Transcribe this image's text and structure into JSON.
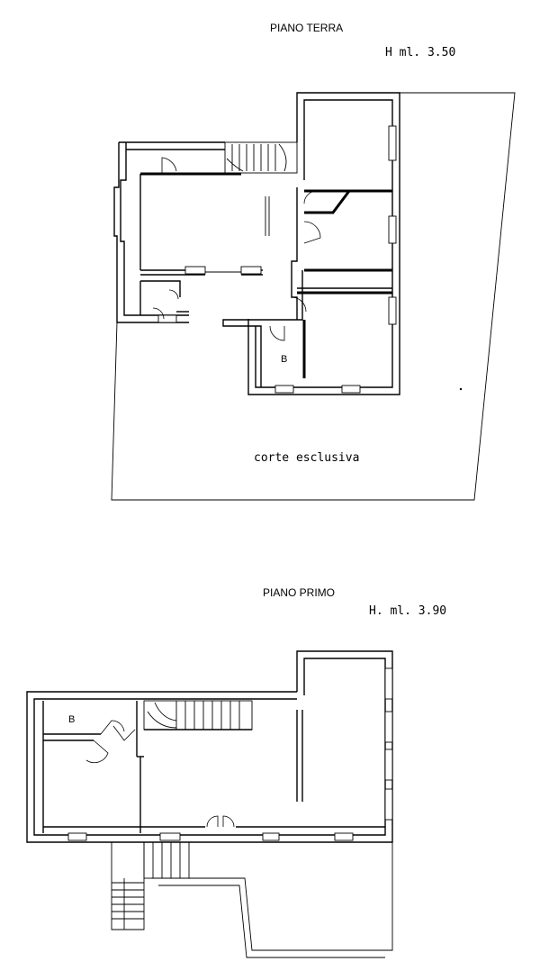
{
  "ground_floor": {
    "title": "PIANO TERRA",
    "height_note": "H ml. 3.50",
    "courtyard_label": "corte esclusiva",
    "room_label_b": "B"
  },
  "first_floor": {
    "title": "PIANO PRIMO",
    "height_note": "H. ml. 3.90",
    "room_label_b": "B"
  }
}
